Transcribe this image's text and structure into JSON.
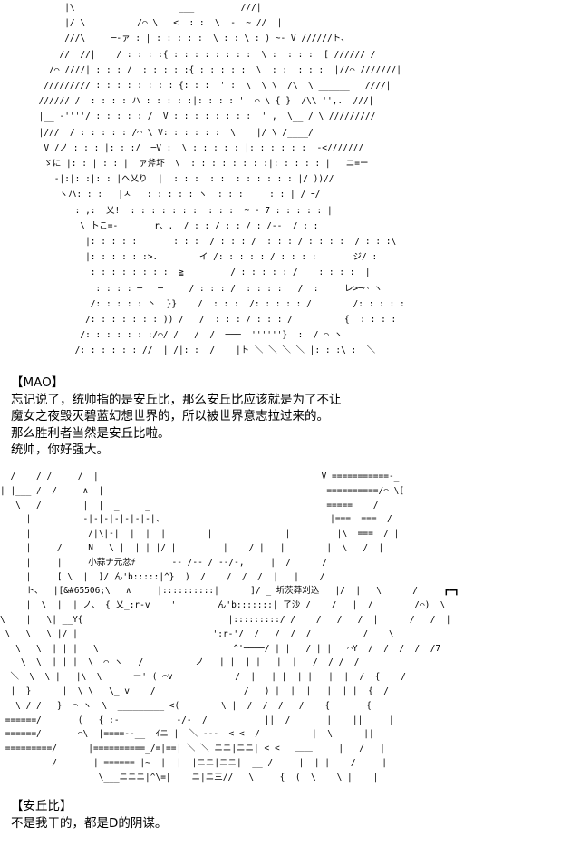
{
  "art_top": {
    "lines": [
      "          |\\                    ___         ///|",
      "          |/ \\          /⌒ \\   <  : :  \\  -  ~ //  |",
      "          ///\\     ─-ァ : | : : : : :  \\ : : \\ : ) ~- V //////ト、",
      "         //  //|    / : : : :{ : : : : : : : :  \\ :  : : :  [ ////// /",
      "       /⌒ ////| : : : /  : : : : :{ : : : : :  \\  : :  : : :  |//⌒ ///////|",
      "      ///////// : : : : : : : : {: : :  ' :  \\  \\ \\  /\\  \\ ______   ////|",
      "     ////// /  : : : : ハ : : : : :|: : : : '  ⌒ \\ { }  /\\\\ '',.  ///|",
      "     |__ -''''/ : : : : : /  V : : : : : : : :  ' ,  \\__ / \\ /////////",
      "     |///  / : : : : : /⌒ \\ V: : : : : :  \\    |/ \\ /____/",
      "      V /ノ : : : |: : :/  ─V :  \\ : : : : : |: : : : : : |-<///////",
      "      ゞに |: : | : : |  ァ斧圷  \\  : : : : : : : :|: : : : : |   ニ=ー",
      "        -|:|: :|: : |ヘ乂り  |  : : :  : :  : : : : : : |/ ))//",
      "         ヽハ: : :   |ㅅ   : : : : : ヽ_ : : :     : : | / ｰ/",
      "            : ,:  乂!  : : : : : : :  : : :  ~ - 7 : : : : : |",
      "             \\ 卜こ=-       r、.  / : : / : : / : /--  / : :",
      "              |: : : : :       : : :  / : : : /  : : : / : : : :  / : : :\\",
      "              |: : : : : :>.        イ /: : : : : / : : : :       ジ/ :",
      "               : : : : : : : :  ≧         / : : : : : /    : : : :  |",
      "                : : : : ─   ─     / : : : /  : : : :   /  :     レ>─⌒ ヽ",
      "               /: : : : : 丶  }}    /  : : :  /: : : : : /        /: : : : :",
      "              /: : : : : : : )) /   /  : : : / : : : /          {  : : : :",
      "             /: : : : : : :/⌒/ /   /  /  ───  ''''''}  :  / ⌒ ヽ",
      "            /: : : : : : //  | /|: :  /    |ト ＼ ＼ ＼ ＼ |: : :\\ :  ＼"
    ]
  },
  "dialogue_1": {
    "lines": [
      "【MAO】",
      "忘记说了，统帅指的是安丘比，那么安丘比应该就是为了不让",
      "魔女之夜毁灭碧蓝幻想世界的，所以被世界意志拉过来的。",
      "那么胜利者当然是安丘比啦。",
      "统帅，你好强大。"
    ]
  },
  "art_bottom": {
    "lines": [
      "  /    / /     /  |                                           V ===========-_",
      "| |___ /  /     ∧  |                                          |==========/⌒ \\[",
      "   \\   /        |  |  _     _                                 |=====    / ",
      "     |  |       -|-|-|-|-|-|-|、                                |===  ===  /",
      "     |  |        /|\\|-|  |  |  |        |              |         |\\  ===  / |",
      "     |  |  /     N   \\ |  | | |/ |         |    / |   |        |  \\   /  |",
      "     |  |  |     小蒜ナ元忿ﾁ       -- /-- / --/-,     |  /      /",
      "     |  |  [ \\  |  ]/ ん'b:::::|^}  )  /    /  /  /  |   |    /",
      "     ト、  |[&#65506;\\   ∧     |::::::::::|      ]/ _ 圻茨莽刈込   |/  |   \\      /     ┏━┓",
      "     |  \\  |  | ノ、 { 乂_:r-v    '        ん'b:::::::| 了沙 /    /   |  /        /⌒)  \\",
      "\\    |   \\| __Y{                            |:::::::::/ /    /   /   /  |      /   /  |",
      " \\   \\   \\ |/ |                          ':r-'/  /   /  /  /          /    \\",
      "   \\   \\  | | |   \\                          ^'────/ | |   / | |   ⌒Y  /  /  /  /  /7",
      "    \\  \\  | | |  \\  ⌒ ヽ   /          ノ   | |  | |   |  |   /  / /  /",
      "  ＼  \\  \\ ||  |\\  \\      ー' ( ⌒v            /  |   | |  | |   |  |  /  {    /",
      "  |  }  |   |  \\ \\   \\_ v    /                 /   ) |  |  |   |  | |  {  /",
      "   \\ / /   }  ⌒ ヽ  \\  _________ <(        \\ |  /  /  /   /    {       {",
      " ======/       (   {_:-__         -/-  /           ||  /       |    ||     |",
      " ======/       ⌒\\  |====--__  ｲニ |  ＼ ---  < <  /          |  \\      ||",
      " =========/      |==========_/=|==| ＼ ＼ ニニ|ニニ| < <   ＿＿     |   /   |",
      "          /       | ====== |~  |  |  |ニニ|ニニ|  __ /     |  | |    /     |",
      "                   \\___ニニニ|^\\=|   |ニ|ニ三//   \\     {  (  \\    \\ |    |"
    ]
  },
  "dialogue_2": {
    "lines": [
      "【安丘比】",
      "不是我干的，都是D的阴谋。"
    ]
  }
}
